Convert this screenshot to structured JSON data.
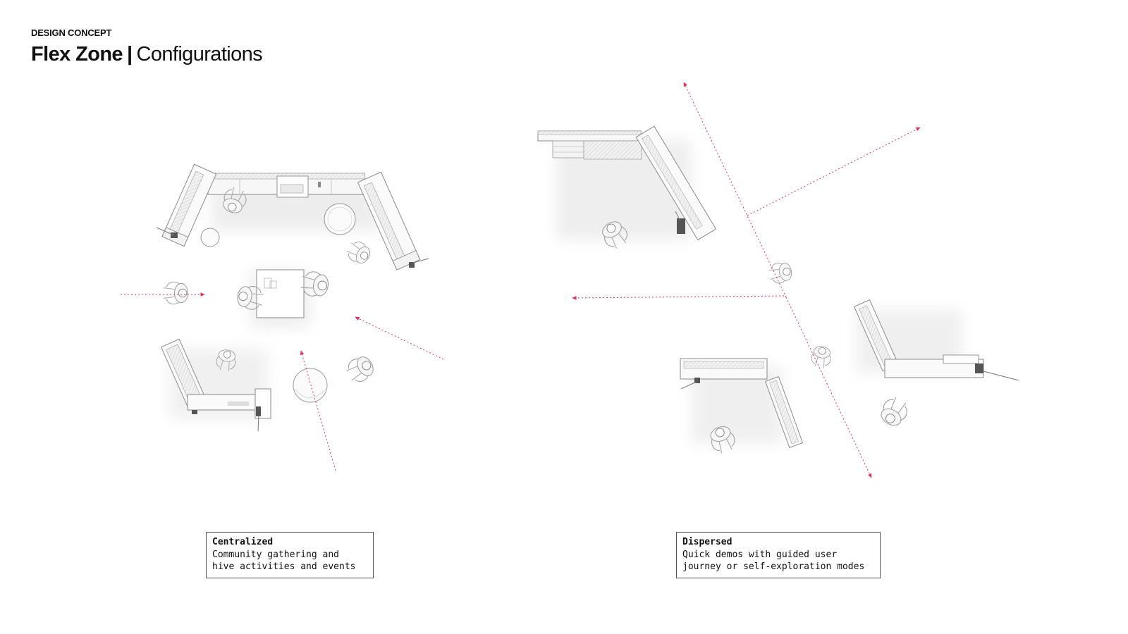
{
  "header": {
    "eyebrow": "DESIGN CONCEPT",
    "title_bold": "Flex Zone",
    "title_separator": "|",
    "title_light": "Configurations"
  },
  "configurations": [
    {
      "id": "centralized",
      "title": "Centralized",
      "lines": [
        "Community gathering and",
        "hive activities and events"
      ]
    },
    {
      "id": "dispersed",
      "title": "Dispersed",
      "lines": [
        "Quick demos with guided user",
        "journey or self-exploration modes"
      ]
    }
  ],
  "colors": {
    "accent_arrow": "#e0325a",
    "furniture_fill": "#fbfbfb",
    "furniture_stroke": "#8a8a8a",
    "shadow": "#e9e9e9",
    "caption_border": "#555555"
  },
  "icons": [
    "arrow-icon",
    "person-icon",
    "stool-icon",
    "table-icon",
    "kiosk-icon"
  ]
}
